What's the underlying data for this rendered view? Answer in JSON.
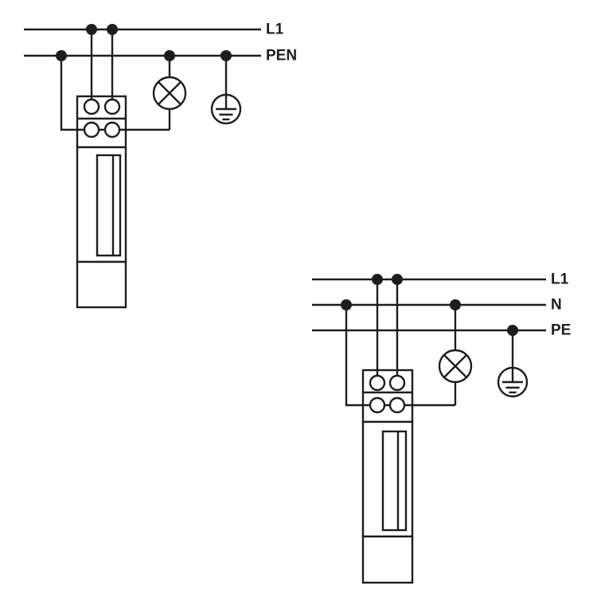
{
  "page": {
    "background_color": "#ffffff",
    "ink_color": "#1d1d1b"
  },
  "diagrams": [
    {
      "labels": [
        "L1",
        "PEN"
      ],
      "icons": [
        "junction-dot",
        "surge-arrester",
        "indicator-lamp-icon",
        "protective-earth-icon"
      ]
    },
    {
      "labels": [
        "L1",
        "N",
        "PE"
      ],
      "icons": [
        "junction-dot",
        "surge-arrester",
        "indicator-lamp-icon",
        "protective-earth-icon"
      ]
    }
  ]
}
